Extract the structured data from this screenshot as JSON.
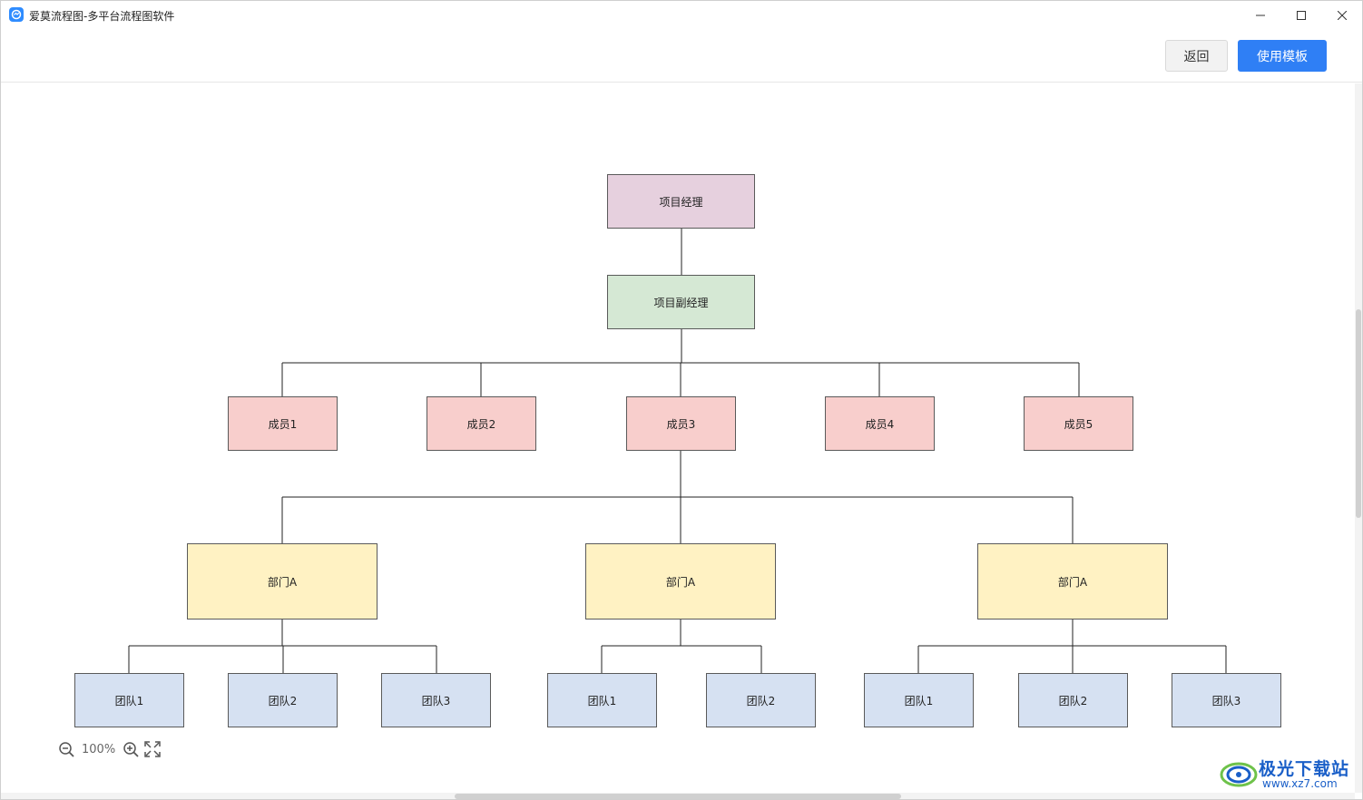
{
  "window": {
    "title": "爱莫流程图-多平台流程图软件",
    "controls": [
      "minimize",
      "maximize",
      "close"
    ]
  },
  "toolbar": {
    "back_label": "返回",
    "use_template_label": "使用模板",
    "accent_color": "#2f7ff5"
  },
  "diagram": {
    "manager": "项目经理",
    "deputy": "项目副经理",
    "members": [
      "成员1",
      "成员2",
      "成员3",
      "成员4",
      "成员5"
    ],
    "departments": [
      "部门A",
      "部门A",
      "部门A"
    ],
    "teams_group1": [
      "团队1",
      "团队2",
      "团队3"
    ],
    "teams_group2": [
      "团队1",
      "团队2"
    ],
    "teams_group3": [
      "团队1",
      "团队2",
      "团队3"
    ],
    "colors": {
      "manager": "#e6d0de",
      "deputy": "#d5e8d4",
      "member": "#f8cecc",
      "department": "#fff2c3",
      "team": "#d6e1f2"
    }
  },
  "zoom": {
    "value": "100%",
    "icons": [
      "zoom-out-icon",
      "zoom-in-icon",
      "fit-screen-icon"
    ]
  },
  "watermark": {
    "brand": "极光下载站",
    "url": "www.xz7.com"
  }
}
